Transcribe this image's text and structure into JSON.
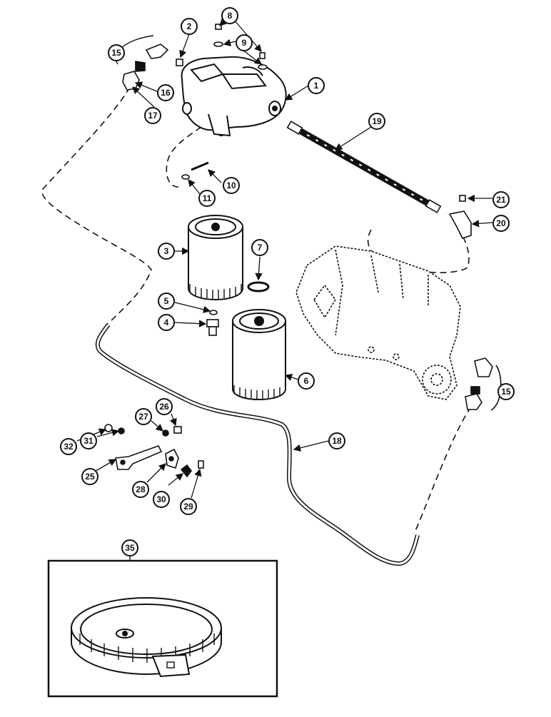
{
  "colors": {
    "ink": "#111111",
    "paper": "#ffffff",
    "shade": "#555555"
  },
  "callouts": {
    "c1": "1",
    "c2": "2",
    "c3": "3",
    "c4": "4",
    "c5": "5",
    "c6": "6",
    "c7": "7",
    "c8": "8",
    "c9": "9",
    "c10": "10",
    "c11": "11",
    "c15a": "15",
    "c15b": "15",
    "c16": "16",
    "c17": "17",
    "c18": "18",
    "c19": "19",
    "c20": "20",
    "c21": "21",
    "c25": "25",
    "c26": "26",
    "c27": "27",
    "c28": "28",
    "c29": "29",
    "c30": "30",
    "c31": "31",
    "c32": "32",
    "c35": "35"
  }
}
